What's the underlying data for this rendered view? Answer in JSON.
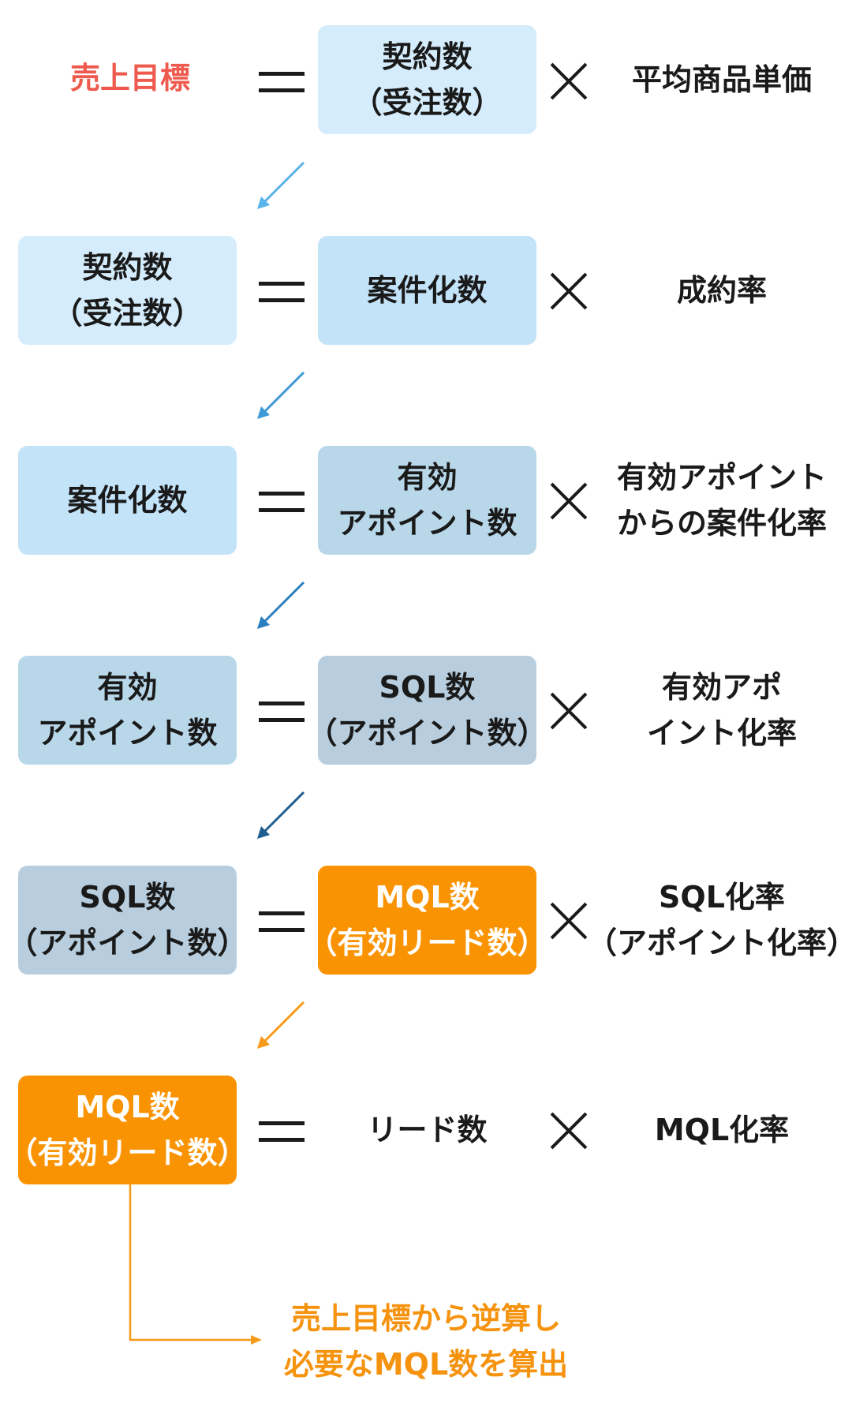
{
  "rows": [
    {
      "lhs": [
        "売上目標"
      ],
      "middle": [
        "契約数",
        "（受注数）"
      ],
      "rhs": [
        "平均商品単価"
      ]
    },
    {
      "lhs": [
        "契約数",
        "（受注数）"
      ],
      "middle": [
        "案件化数"
      ],
      "rhs": [
        "成約率"
      ]
    },
    {
      "lhs": [
        "案件化数"
      ],
      "middle": [
        "有効",
        "アポイント数"
      ],
      "rhs": [
        "有効アポイント",
        "からの案件化率"
      ]
    },
    {
      "lhs": [
        "有効",
        "アポイント数"
      ],
      "middle": [
        "SQL数",
        "（アポイント数）"
      ],
      "rhs": [
        "有効アポ",
        "イント化率"
      ]
    },
    {
      "lhs": [
        "SQL数",
        "（アポイント数）"
      ],
      "middle": [
        "MQL数",
        "（有効リード数）"
      ],
      "rhs": [
        "SQL化率",
        "（アポイント化率）"
      ]
    },
    {
      "lhs": [
        "MQL数",
        "（有効リード数）"
      ],
      "middle": [
        "リード数"
      ],
      "rhs": [
        "MQL化率"
      ]
    }
  ],
  "note": [
    "売上目標から逆算し",
    "必要なMQL数を算出"
  ],
  "colors": {
    "target_text": "#ee5a4d",
    "note_text": "#f5930f",
    "arrows": [
      "#5ab4ea",
      "#3d9ad6",
      "#2a7fc0",
      "#1f5e91",
      "#f59a1b"
    ]
  }
}
